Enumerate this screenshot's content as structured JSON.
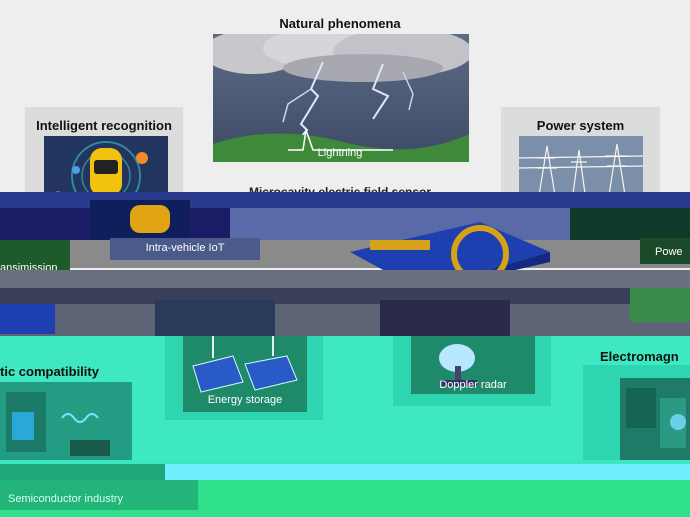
{
  "natural": {
    "title": "Natural phenomena",
    "caption": "Lightning"
  },
  "recognition": {
    "title": "Intelligent recognition"
  },
  "power": {
    "title": "Power system"
  },
  "center": {
    "title": "Microcavity electric field sensor"
  },
  "row2": {
    "left_caption": "ansimission",
    "vehicle_caption": "Intra-vehicle IoT",
    "right_caption": "Powe"
  },
  "row3": {
    "left_title": "tic compatibility",
    "energy_caption": "Energy storage",
    "radar_caption": "Doppler radar",
    "right_title": "Electromagn"
  },
  "bottom": {
    "semiconductor_caption": "Semiconductor industry"
  },
  "colors": {
    "cyan_glitch": "#3de8c2",
    "dark_blue": "#1a2a7a",
    "teal_panel": "#1f8a6a",
    "green_caption": "#2e7d32"
  }
}
